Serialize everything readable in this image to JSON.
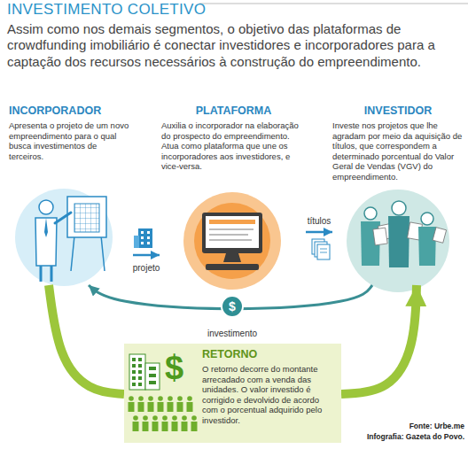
{
  "diagram": {
    "title": "INVESTIMENTO COLETIVO",
    "nodes": [
      {
        "text": [
          "INCORPORADOR",
          "Apresenta o projeto de um novo empreendimento para o qual busca investimentos de terceiros."
        ]
      },
      {
        "text": [
          "PLATAFORMA",
          "Auxilia o incorporador na elaboração do prospecto do empreendimento. Atua como plataforma que une os incorporadores aos investidores, e vice-versa."
        ]
      },
      {
        "text": [
          "INVESTIDOR",
          "Investe nos projetos que lhe agradam por meio da aquisição de títulos, que correspondem a determinado porcentual do Valor Geral de Vendas (VGV) do empreendimento."
        ]
      },
      {
        "text": [
          "RETORNO",
          "O retorno decorre do montante arrecadado com a venda das unidades. O valor investido é corrigido e devolvido de acordo com o porcentual adquirido pelo investidor."
        ]
      }
    ],
    "edges": [
      {
        "from": 0,
        "to": 1,
        "label": "projeto",
        "arrow": "to"
      },
      {
        "from": 1,
        "to": 2,
        "label": "títulos",
        "arrow": "to"
      },
      {
        "from": 2,
        "to": 0,
        "label": "investimento",
        "arrow": "to"
      },
      {
        "from": 0,
        "to": 3,
        "arrow": "none"
      },
      {
        "from": 3,
        "to": 2,
        "arrow": "to"
      }
    ],
    "labels": [
      "Assim como nos demais segmentos, o objetivo das plataformas de crowdfunding imobiliário é conectar investidores e incorporadores para a captação dos recursos necessários à construção do empreendimento.",
      "$",
      "$",
      "Fonte: Urbe.me",
      "Infografia: Gazeta do Povo."
    ]
  }
}
